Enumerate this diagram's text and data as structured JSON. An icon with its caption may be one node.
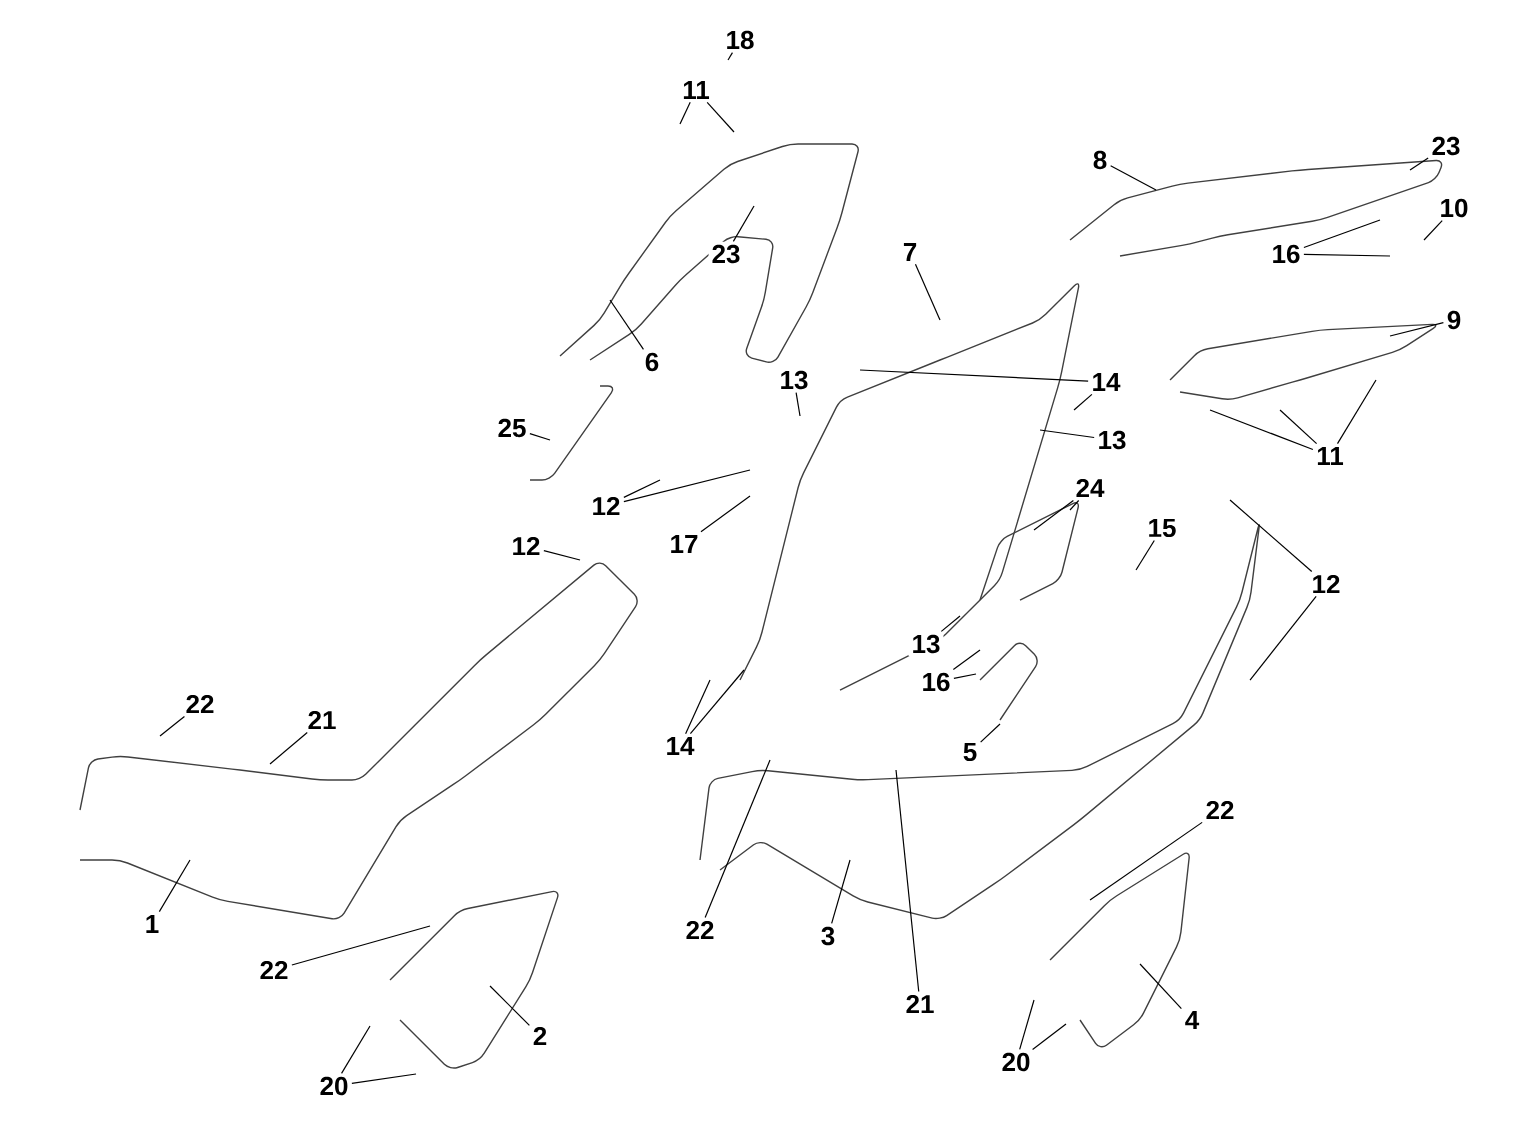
{
  "diagram": {
    "nodes": [
      {
        "text": [
          "18"
        ]
      },
      {
        "text": [
          "11"
        ]
      },
      {
        "text": [
          "23"
        ]
      },
      {
        "text": [
          "6"
        ]
      },
      {
        "text": [
          "7"
        ]
      },
      {
        "text": [
          "8"
        ]
      },
      {
        "text": [
          "23"
        ]
      },
      {
        "text": [
          "10"
        ]
      },
      {
        "text": [
          "16"
        ]
      },
      {
        "text": [
          "9"
        ]
      },
      {
        "text": [
          "11"
        ]
      },
      {
        "text": [
          "25"
        ]
      },
      {
        "text": [
          "13"
        ]
      },
      {
        "text": [
          "14"
        ]
      },
      {
        "text": [
          "13"
        ]
      },
      {
        "text": [
          "24"
        ]
      },
      {
        "text": [
          "12"
        ]
      },
      {
        "text": [
          "12"
        ]
      },
      {
        "text": [
          "17"
        ]
      },
      {
        "text": [
          "15"
        ]
      },
      {
        "text": [
          "12"
        ]
      },
      {
        "text": [
          "13"
        ]
      },
      {
        "text": [
          "16"
        ]
      },
      {
        "text": [
          "5"
        ]
      },
      {
        "text": [
          "14"
        ]
      },
      {
        "text": [
          "22"
        ]
      },
      {
        "text": [
          "21"
        ]
      },
      {
        "text": [
          "1"
        ]
      },
      {
        "text": [
          "22"
        ]
      },
      {
        "text": [
          "2"
        ]
      },
      {
        "text": [
          "20"
        ]
      },
      {
        "text": [
          "22"
        ]
      },
      {
        "text": [
          "3"
        ]
      },
      {
        "text": [
          "21"
        ]
      },
      {
        "text": [
          "22"
        ]
      },
      {
        "text": [
          "4"
        ]
      },
      {
        "text": [
          "20"
        ]
      }
    ],
    "edges": [
      {
        "from": 0,
        "to": null,
        "arrow": "none"
      },
      {
        "from": 1,
        "to": null,
        "arrow": "none"
      },
      {
        "from": 1,
        "to": null,
        "arrow": "none"
      },
      {
        "from": 2,
        "to": null,
        "arrow": "none"
      },
      {
        "from": 3,
        "to": null,
        "arrow": "none"
      },
      {
        "from": 4,
        "to": null,
        "arrow": "none"
      },
      {
        "from": 5,
        "to": null,
        "arrow": "none"
      },
      {
        "from": 6,
        "to": null,
        "arrow": "none"
      },
      {
        "from": 7,
        "to": null,
        "arrow": "none"
      },
      {
        "from": 8,
        "to": null,
        "arrow": "none"
      },
      {
        "from": 8,
        "to": null,
        "arrow": "none"
      },
      {
        "from": 9,
        "to": null,
        "arrow": "none"
      },
      {
        "from": 10,
        "to": null,
        "arrow": "none"
      },
      {
        "from": 10,
        "to": null,
        "arrow": "none"
      },
      {
        "from": 10,
        "to": null,
        "arrow": "none"
      },
      {
        "from": 11,
        "to": null,
        "arrow": "none"
      },
      {
        "from": 12,
        "to": null,
        "arrow": "none"
      },
      {
        "from": 13,
        "to": null,
        "arrow": "none"
      },
      {
        "from": 13,
        "to": null,
        "arrow": "none"
      },
      {
        "from": 14,
        "to": null,
        "arrow": "none"
      },
      {
        "from": 15,
        "to": null,
        "arrow": "none"
      },
      {
        "from": 15,
        "to": null,
        "arrow": "none"
      },
      {
        "from": 16,
        "to": null,
        "arrow": "none"
      },
      {
        "from": 16,
        "to": null,
        "arrow": "none"
      },
      {
        "from": 17,
        "to": null,
        "arrow": "none"
      },
      {
        "from": 18,
        "to": null,
        "arrow": "none"
      },
      {
        "from": 19,
        "to": null,
        "arrow": "none"
      },
      {
        "from": 20,
        "to": null,
        "arrow": "none"
      },
      {
        "from": 20,
        "to": null,
        "arrow": "none"
      },
      {
        "from": 21,
        "to": null,
        "arrow": "none"
      },
      {
        "from": 22,
        "to": null,
        "arrow": "none"
      },
      {
        "from": 22,
        "to": null,
        "arrow": "none"
      },
      {
        "from": 23,
        "to": null,
        "arrow": "none"
      },
      {
        "from": 24,
        "to": null,
        "arrow": "none"
      },
      {
        "from": 24,
        "to": null,
        "arrow": "none"
      },
      {
        "from": 25,
        "to": null,
        "arrow": "none"
      },
      {
        "from": 26,
        "to": null,
        "arrow": "none"
      },
      {
        "from": 27,
        "to": null,
        "arrow": "none"
      },
      {
        "from": 28,
        "to": null,
        "arrow": "none"
      },
      {
        "from": 29,
        "to": null,
        "arrow": "none"
      },
      {
        "from": 30,
        "to": null,
        "arrow": "none"
      },
      {
        "from": 30,
        "to": null,
        "arrow": "none"
      },
      {
        "from": 31,
        "to": null,
        "arrow": "none"
      },
      {
        "from": 32,
        "to": null,
        "arrow": "none"
      },
      {
        "from": 33,
        "to": null,
        "arrow": "none"
      },
      {
        "from": 34,
        "to": null,
        "arrow": "none"
      },
      {
        "from": 35,
        "to": null,
        "arrow": "none"
      },
      {
        "from": 36,
        "to": null,
        "arrow": "none"
      },
      {
        "from": 36,
        "to": null,
        "arrow": "none"
      }
    ]
  }
}
